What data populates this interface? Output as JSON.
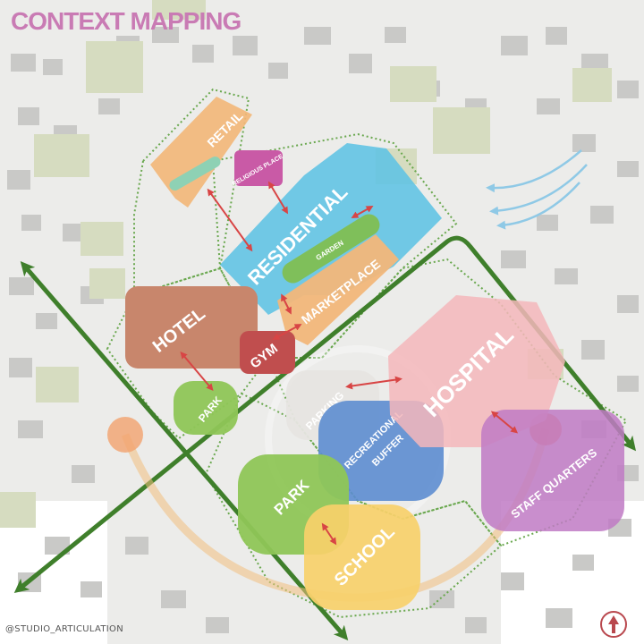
{
  "title": "CONTEXT MAPPING",
  "credit": "@STUDIO_ARTICULATION",
  "colors": {
    "title": "#c97bb4",
    "connector": "#d84545",
    "boundary": "#6aa84f",
    "axis": "#3f7f2b"
  },
  "zones": {
    "retail": "RETAIL",
    "religious": "RELIGIOUS PLACE",
    "residential": "RESIDENTIAL",
    "garden": "GARDEN",
    "marketplace": "MARKETPLACE",
    "hotel": "HOTEL",
    "gym": "GYM",
    "park_small": "PARK",
    "parking": "PARKING",
    "hospital": "HOSPITAL",
    "recreational_1": "RECREATIONAL",
    "recreational_2": "BUFFER",
    "staff_quarters": "STAFF QUARTERS",
    "park_large": "PARK",
    "school": "SCHOOL"
  },
  "icons": {
    "wind": "wind-arrows-icon",
    "north": "north-arrow-icon"
  }
}
